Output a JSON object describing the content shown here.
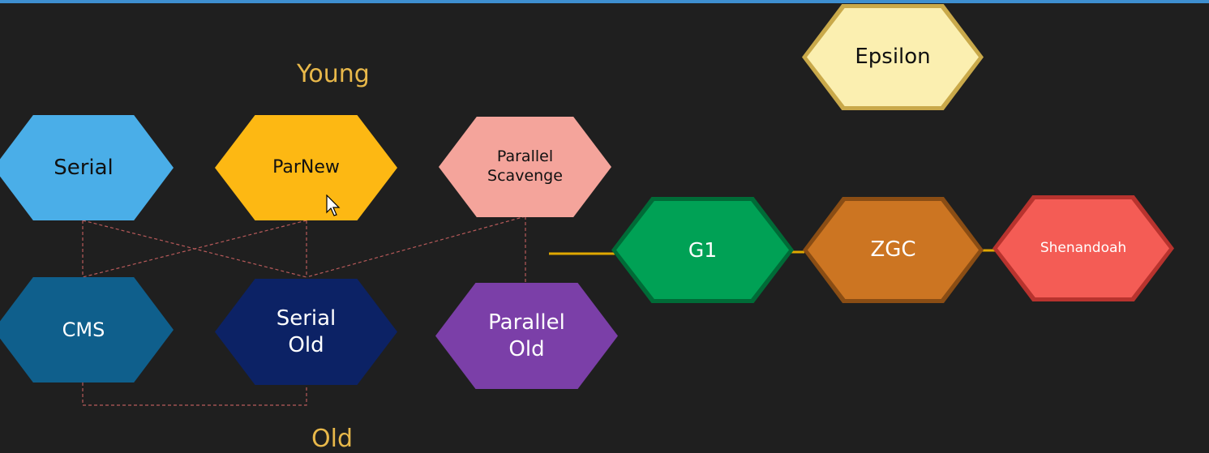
{
  "labels": {
    "young": "Young",
    "old": "Old"
  },
  "collectors": {
    "serial": "Serial",
    "parnew": "ParNew",
    "parallel_scavenge": "Parallel\nScavenge",
    "cms": "CMS",
    "serial_old": "Serial\nOld",
    "parallel_old": "Parallel\nOld",
    "epsilon": "Epsilon",
    "g1": "G1",
    "zgc": "ZGC",
    "shenandoah": "Shenandoah"
  },
  "colors": {
    "background": "#1f1f1f",
    "serial": "#4aaee8",
    "parnew": "#fdb813",
    "parallel_scavenge": "#f4a49b",
    "cms": "#0f5f8c",
    "serial_old": "#0c2265",
    "parallel_old": "#7b3fa8",
    "epsilon": "#fbefb0",
    "g1": "#00a155",
    "zgc": "#cc7522",
    "shenandoah": "#f45c55",
    "young_label": "#e8b84a",
    "connector_dashed": "#b85a5a",
    "connector_solid": "#e0a800"
  },
  "pairings": [
    [
      "serial",
      "cms"
    ],
    [
      "serial",
      "serial_old"
    ],
    [
      "parnew",
      "cms"
    ],
    [
      "parnew",
      "serial_old"
    ],
    [
      "parallel_scavenge",
      "serial_old"
    ],
    [
      "parallel_scavenge",
      "parallel_old"
    ],
    [
      "cms",
      "serial_old"
    ]
  ]
}
